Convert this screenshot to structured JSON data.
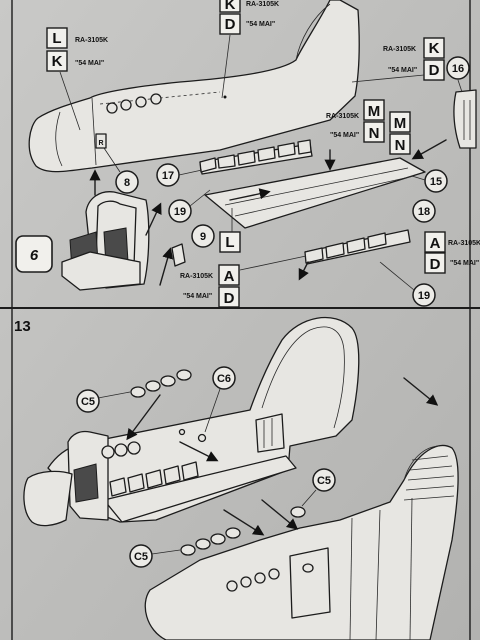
{
  "steps": {
    "step_6": "6",
    "step_13": "13"
  },
  "decals": {
    "reg": "RA-3105K",
    "name": "\"54 MAI\"",
    "L": "L",
    "K": "K",
    "D": "D",
    "M": "M",
    "N": "N",
    "A": "A"
  },
  "parts": {
    "p8": "8",
    "p9": "9",
    "p15": "15",
    "p16": "16",
    "p17": "17",
    "p18": "18",
    "p19": "19",
    "R": "R"
  },
  "sprues": {
    "c5": "C5",
    "c6": "C6"
  }
}
